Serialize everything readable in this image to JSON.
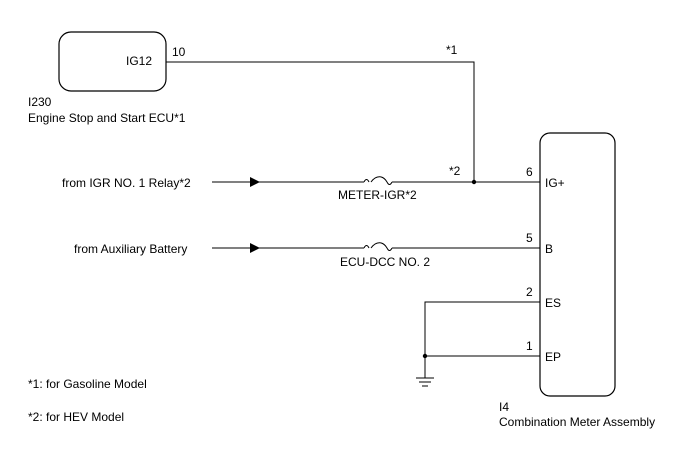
{
  "components": {
    "engine_ecu": {
      "pin_label": "IG12",
      "pin_number": "10",
      "code": "I230",
      "name": "Engine Stop and Start ECU*1"
    },
    "meter": {
      "code": "I4",
      "name": "Combination Meter Assembly",
      "pins": [
        {
          "number": "6",
          "label": "IG+"
        },
        {
          "number": "5",
          "label": "B"
        },
        {
          "number": "2",
          "label": "ES"
        },
        {
          "number": "1",
          "label": "EP"
        }
      ]
    }
  },
  "sources": {
    "igr_relay": "from IGR NO. 1 Relay*2",
    "aux_battery": "from Auxiliary Battery"
  },
  "fuses": {
    "meter_igr": "METER-IGR*2",
    "ecu_dcc": "ECU-DCC NO. 2"
  },
  "wire_notes": {
    "gasoline": "*1",
    "hev": "*2"
  },
  "notes": [
    "*1: for Gasoline Model",
    "*2: for HEV Model"
  ]
}
